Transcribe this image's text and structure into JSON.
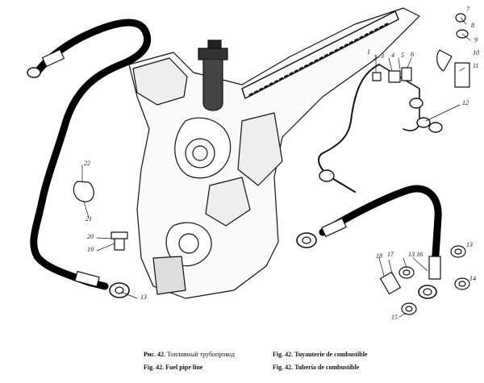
{
  "part_labels": [
    {
      "id": "1",
      "text": "1"
    },
    {
      "id": "2",
      "text": "2"
    },
    {
      "id": "3",
      "text": "3"
    },
    {
      "id": "4",
      "text": "4"
    },
    {
      "id": "5",
      "text": "5"
    },
    {
      "id": "6",
      "text": "6"
    },
    {
      "id": "7",
      "text": "7"
    },
    {
      "id": "8",
      "text": "8"
    },
    {
      "id": "9",
      "text": "9"
    },
    {
      "id": "10",
      "text": "10"
    },
    {
      "id": "11",
      "text": "11"
    },
    {
      "id": "12",
      "text": "12"
    },
    {
      "id": "13a",
      "text": "13"
    },
    {
      "id": "13b",
      "text": "13"
    },
    {
      "id": "13c",
      "text": "13"
    },
    {
      "id": "14",
      "text": "14"
    },
    {
      "id": "15",
      "text": "15"
    },
    {
      "id": "16",
      "text": "16"
    },
    {
      "id": "17",
      "text": "17"
    },
    {
      "id": "18",
      "text": "18"
    },
    {
      "id": "19",
      "text": "19"
    },
    {
      "id": "20",
      "text": "20"
    },
    {
      "id": "21",
      "text": "21"
    },
    {
      "id": "22",
      "text": "22"
    }
  ],
  "captions": {
    "ru": {
      "prefix": "Рис. 42.",
      "text": "Топливный трубопровод"
    },
    "en": {
      "prefix": "Fig. 42.",
      "text": "Fuel pipe line"
    },
    "fr": {
      "prefix": "Fig. 42.",
      "text": "Tuyauterie de combustible"
    },
    "es": {
      "prefix": "Fig. 42.",
      "text": "Tubería de combustible"
    }
  }
}
